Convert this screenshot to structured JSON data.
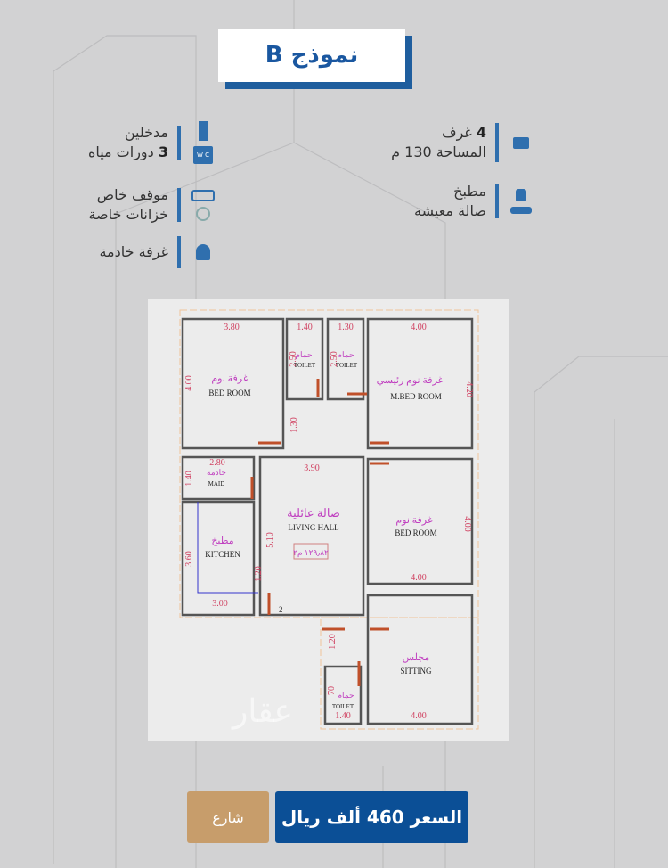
{
  "title": "نموذج B",
  "features": {
    "rooms_count": "4",
    "rooms_label": "غرف",
    "area": "المساحة 130 م",
    "kitchen": "مطبخ",
    "living": "صالة معيشة",
    "entrances": "مدخلين",
    "toilets_count": "3",
    "toilets_label": "دورات مياه",
    "parking": "موقف خاص",
    "tanks": "خزانات خاصة",
    "maid": "غرفة خادمة",
    "wc_icon_text": "W C"
  },
  "icons": [
    "bed-icon",
    "apron-icon",
    "sofa-icon",
    "door-icon",
    "wc-icon",
    "car-icon",
    "water-drop-icon",
    "person-icon"
  ],
  "plan": {
    "bedroom1_ar": "غرفة نوم",
    "bedroom1_en": "BED ROOM",
    "toilet_ar": "حمام",
    "toilet_en": "TOILET",
    "mbed_ar": "غرفة نوم رئيسي",
    "mbed_en": "M.BED ROOM",
    "maid_ar": "خادمة",
    "maid_en": "MAID",
    "kitchen_ar": "مطبخ",
    "kitchen_en": "KITCHEN",
    "living_ar": "صالة عائلية",
    "living_en": "LIVING HALL",
    "living_area": "١٢٩٫٨٢ م٢",
    "bedroom3_ar": "غرفة نوم",
    "bedroom3_en": "BED ROOM",
    "sitting_ar": "مجلس",
    "sitting_en": "SITTING",
    "dims": {
      "d380": "3.80",
      "d140": "1.40",
      "d130": "1.30",
      "d400": "4.00",
      "d250": "2.50",
      "d420": "4.20",
      "d280": "2.80",
      "d390": "3.90",
      "d360": "3.60",
      "d510": "5.10",
      "d120": "1.20",
      "d300": "3.00",
      "d070": "70",
      "d2": "2"
    },
    "watermark": "عقار"
  },
  "buttons": {
    "price_prefix": "السعر",
    "price_value": "460",
    "price_suffix": "ألف ريال",
    "street": "شارع"
  },
  "colors": {
    "primary": "#0b4f96",
    "accent": "#c79d6b",
    "icon": "#2f6fae"
  }
}
